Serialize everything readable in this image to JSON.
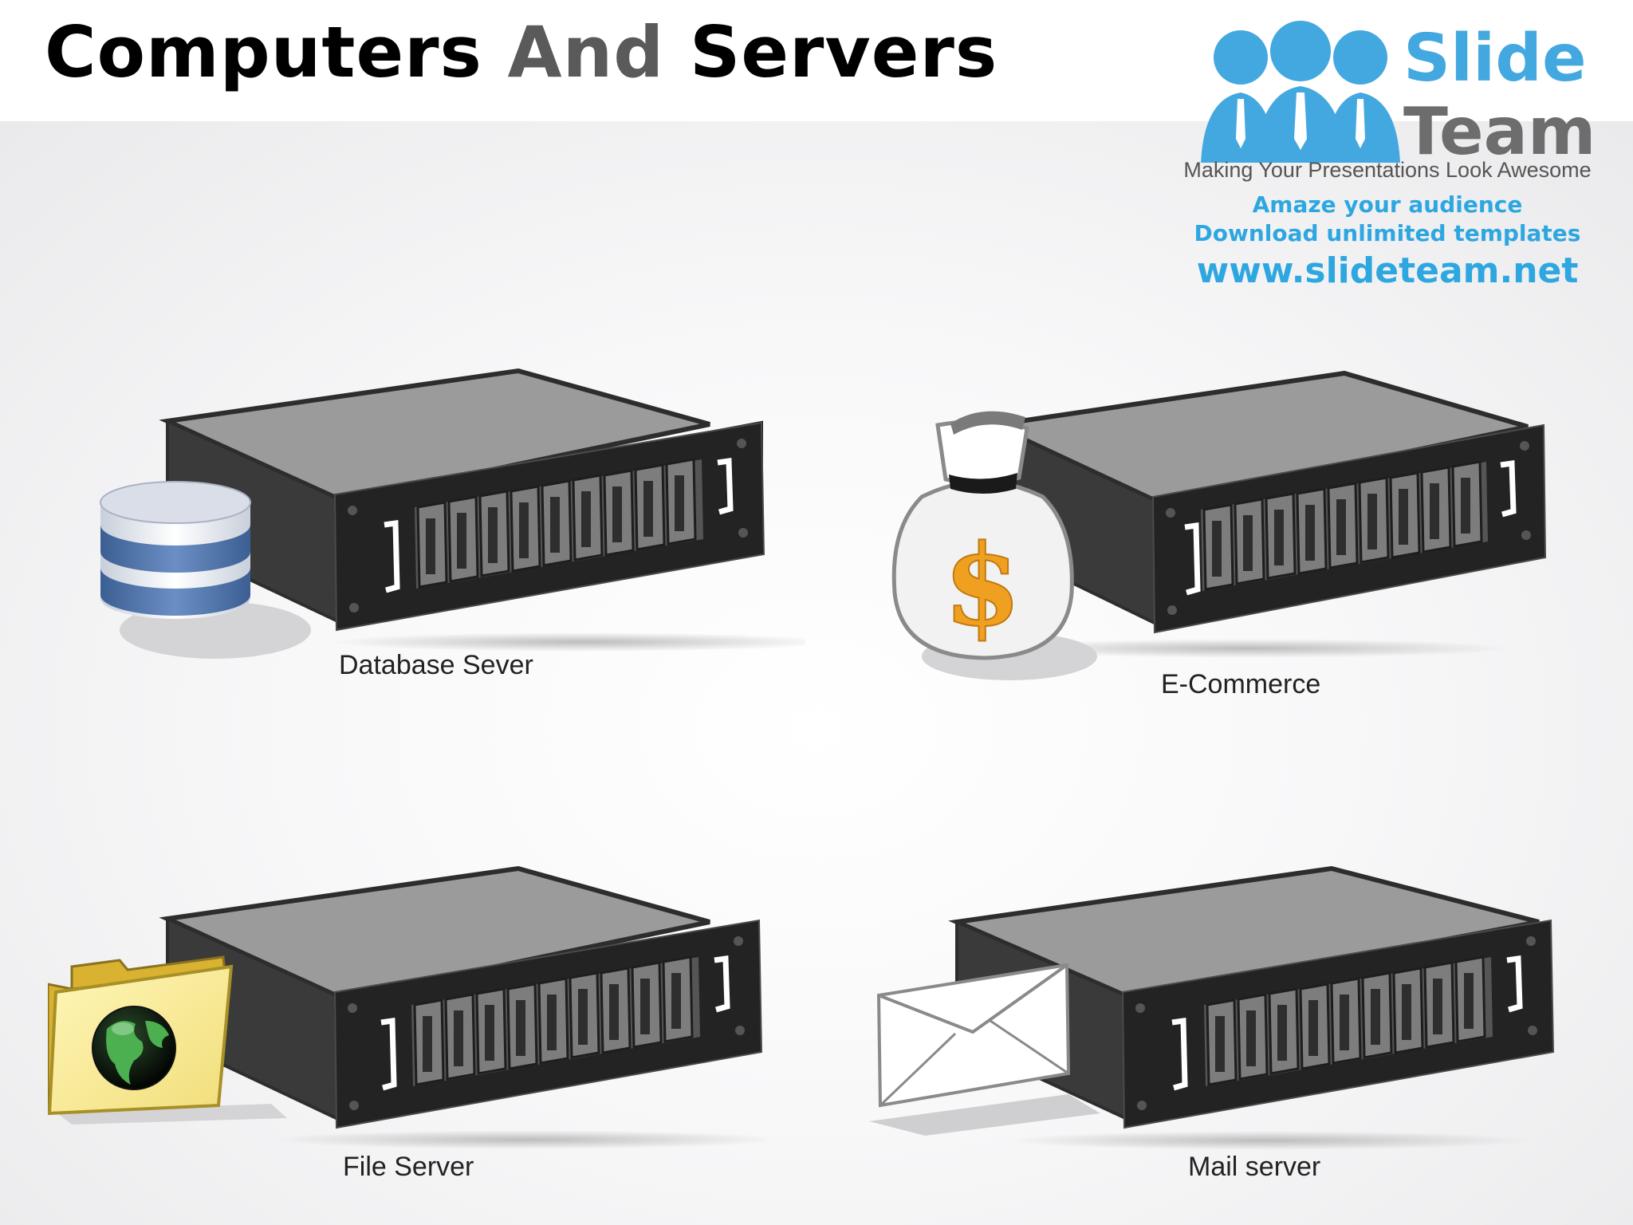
{
  "slide": {
    "title_part1": "Computers",
    "title_part2": "And",
    "title_part3": "Servers"
  },
  "logo": {
    "brand_word1": "Slide",
    "brand_word2": "Team",
    "tagline": "Making Your Presentations Look Awesome",
    "promo_line1": "Amaze your audience",
    "promo_line2": "Download unlimited templates",
    "url": "www.slideteam.net",
    "colors": {
      "blue": "#44a8e0",
      "gray": "#6d6d6d"
    }
  },
  "servers": [
    {
      "label": "Database Sever",
      "icon": "database-icon"
    },
    {
      "label": "E-Commerce",
      "icon": "money-bag-icon"
    },
    {
      "label": "File Server",
      "icon": "globe-folder-icon"
    },
    {
      "label": "Mail server",
      "icon": "envelope-icon"
    }
  ]
}
